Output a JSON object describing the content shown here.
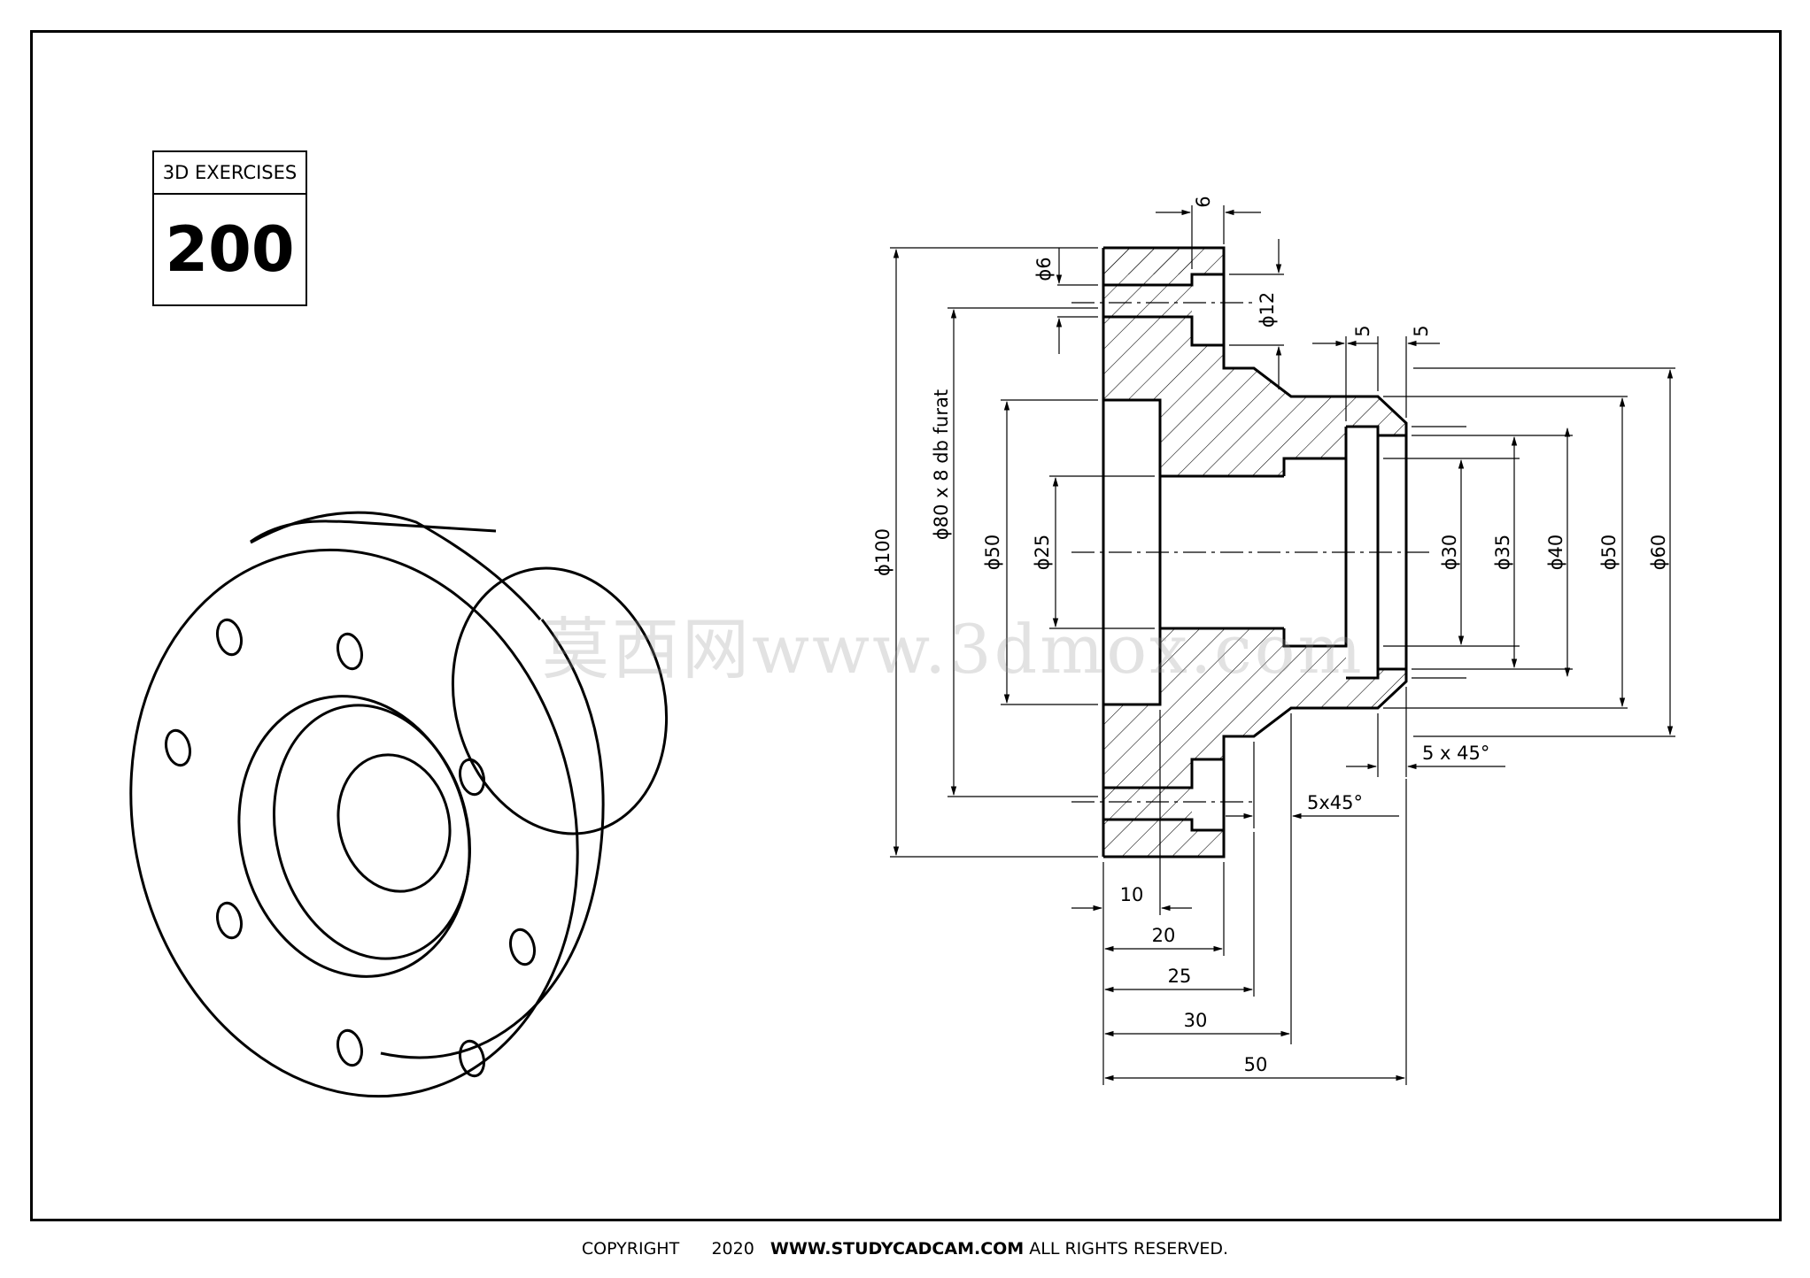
{
  "badge": {
    "label": "3D EXERCISES",
    "number": "200"
  },
  "dimensions": {
    "flange_width": "6",
    "hole_dia": "ϕ6",
    "cbore_dia": "ϕ12",
    "lip_a": "5",
    "lip_b": "5",
    "outer_dia": "ϕ100",
    "pitch_circle": "ϕ80 x 8 db furat",
    "recess_dia": "ϕ50",
    "bore_dia": "ϕ25",
    "d30": "ϕ30",
    "d35": "ϕ35",
    "d40": "ϕ40",
    "d50": "ϕ50",
    "d60": "ϕ60",
    "chamfer_a": "5 x 45°",
    "chamfer_b": "5x45°",
    "len_10": "10",
    "len_20": "20",
    "len_25": "25",
    "len_30": "30",
    "len_50": "50"
  },
  "watermark": "莫西网www.3dmox.com",
  "footer": {
    "copyright": "COPYRIGHT",
    "year": "2020",
    "site": "WWW.STUDYCADCAM.COM",
    "rights": "ALL RIGHTS RESERVED."
  }
}
